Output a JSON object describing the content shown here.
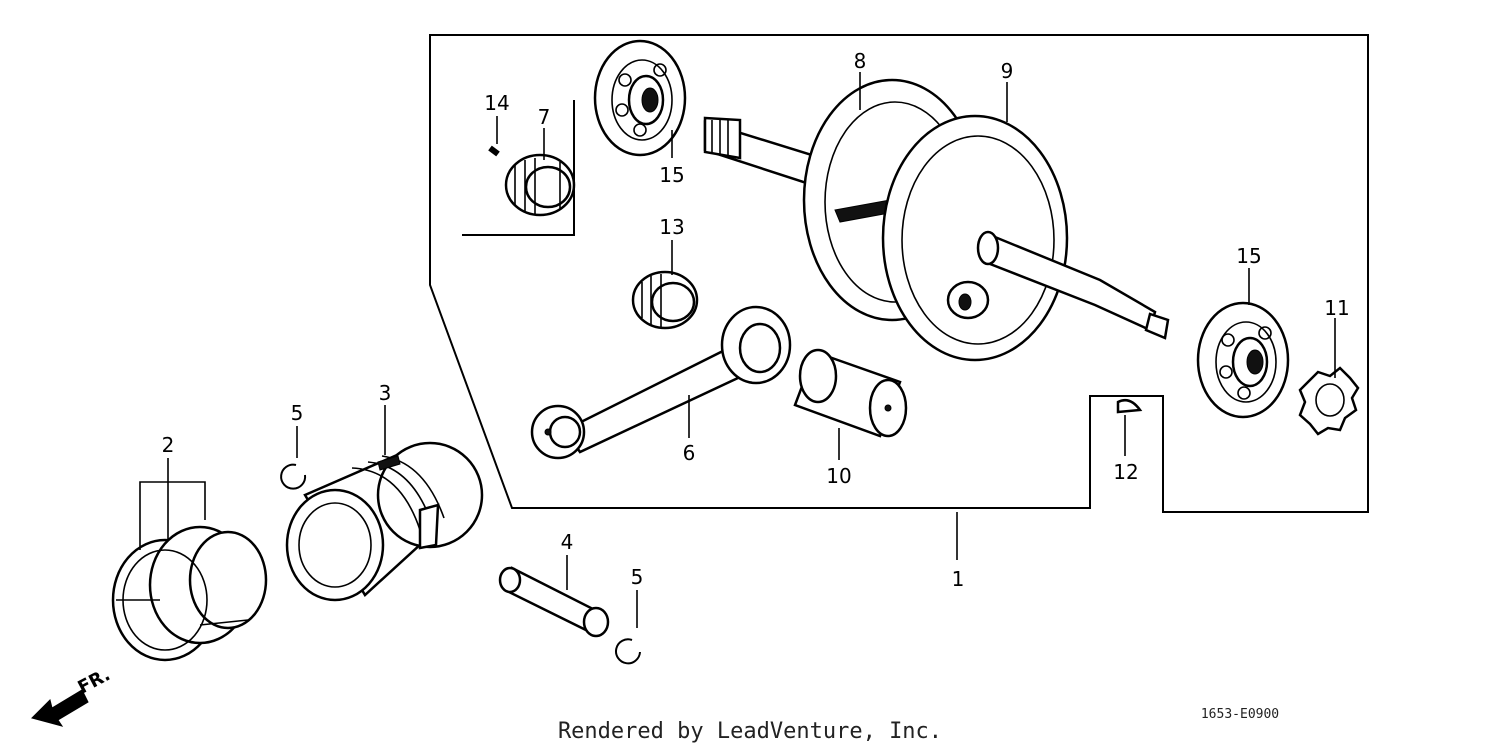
{
  "diagram": {
    "callouts": {
      "c1": "1",
      "c2": "2",
      "c3": "3",
      "c4": "4",
      "c5a": "5",
      "c5b": "5",
      "c6": "6",
      "c7": "7",
      "c8": "8",
      "c9": "9",
      "c10": "10",
      "c11": "11",
      "c12": "12",
      "c13": "13",
      "c14": "14",
      "c15a": "15",
      "c15b": "15"
    },
    "direction_label": "FR.",
    "footer_text": "Rendered by LeadVenture, Inc.",
    "diagram_code": "1653-E0900"
  }
}
